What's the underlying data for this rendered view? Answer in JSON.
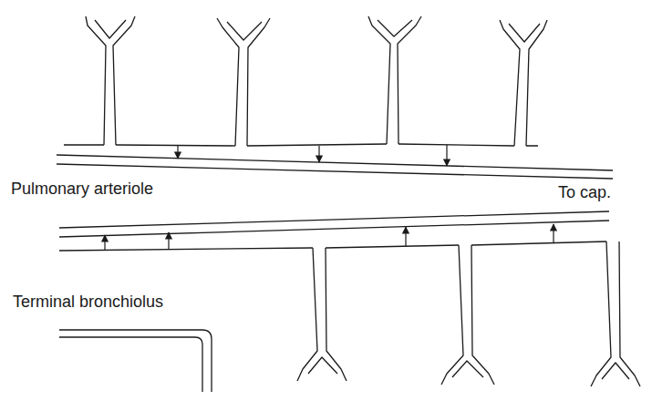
{
  "diagram": {
    "labels": [
      "Pulmonary arteriole",
      "To cap.",
      "Terminal bronchiolus"
    ]
  }
}
